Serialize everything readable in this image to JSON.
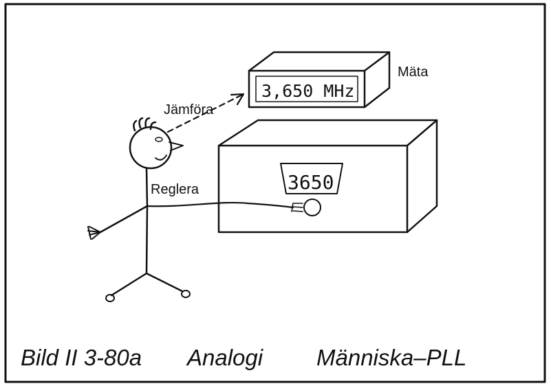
{
  "labels": {
    "measure": "Mäta",
    "compare": "Jämföra",
    "regulate": "Reglera"
  },
  "meter": {
    "display": "3,650 MHz"
  },
  "receiver": {
    "display": "3650"
  },
  "caption": {
    "figure": "Bild II 3-80a",
    "title": "Analogi",
    "subtitle": "Människa–PLL"
  }
}
